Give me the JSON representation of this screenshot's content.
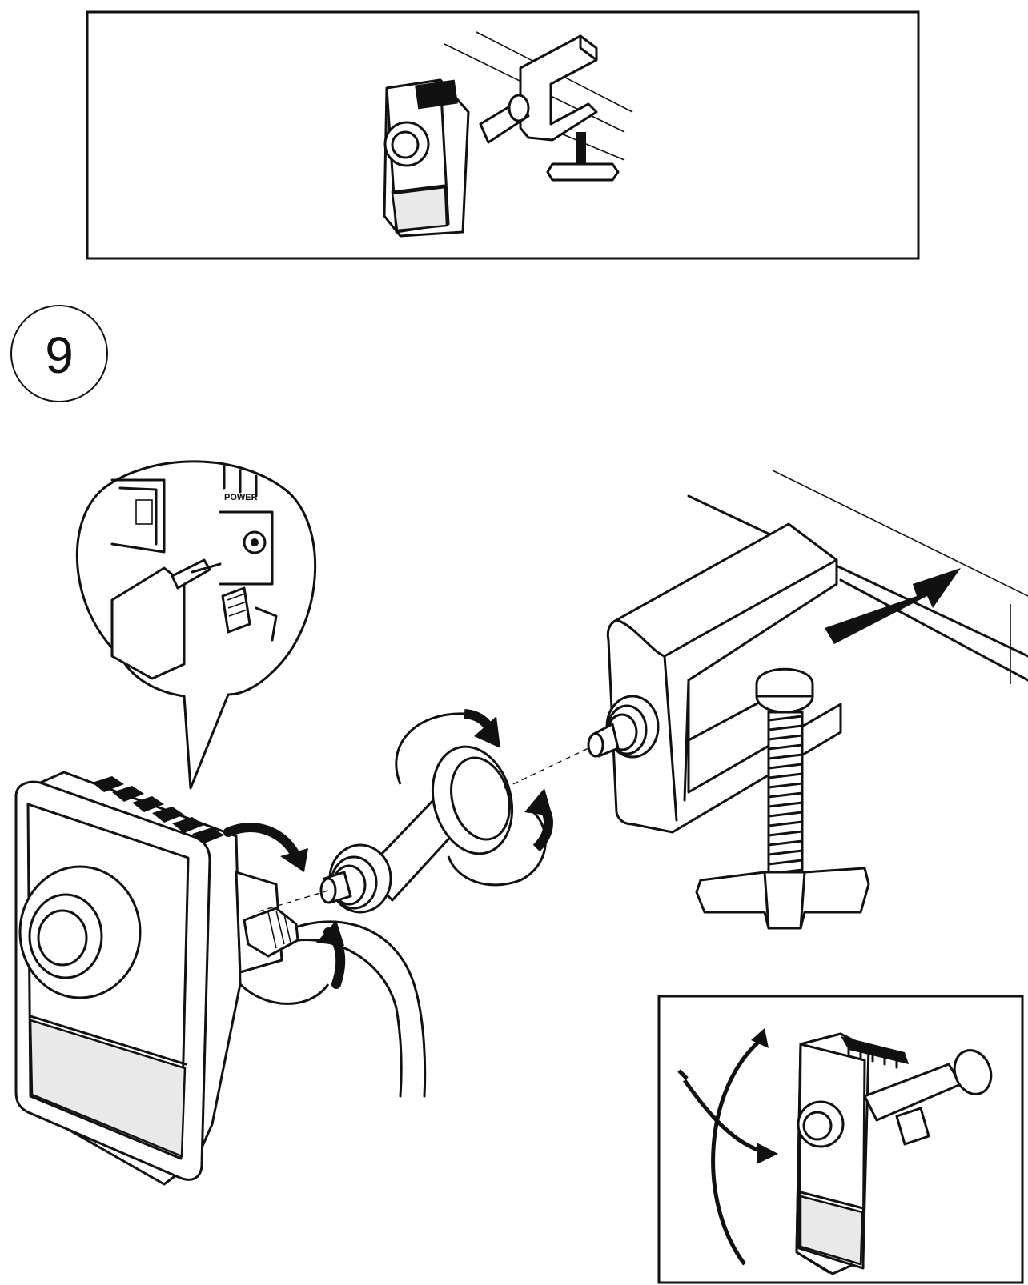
{
  "step": {
    "number": "9"
  },
  "zoom_callout": {
    "port_label": "POWER"
  },
  "icons": {
    "top_panel": "camera-clamped-to-edge-illustration",
    "camera": "network-camera-icon",
    "mount_arm": "mount-arm-icon",
    "clamp": "c-clamp-icon",
    "direction": "push-arrow-icon",
    "rotation": "rotate-arrow-icon",
    "tilt": "tilt-swivel-arrows-icon"
  }
}
